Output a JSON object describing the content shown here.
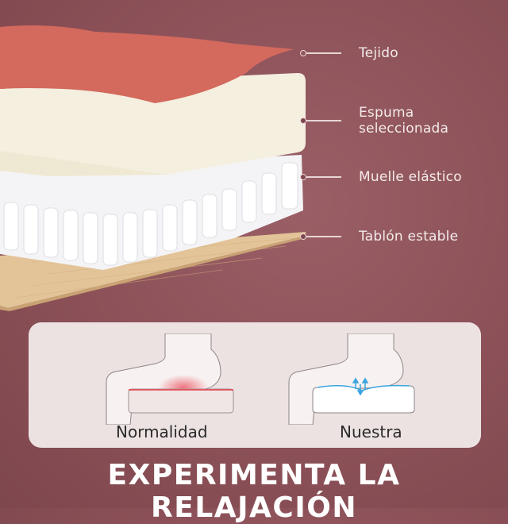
{
  "labels": [
    {
      "name": "fabric",
      "text": "Tejido"
    },
    {
      "name": "foam",
      "text": "Espuma seleccionada"
    },
    {
      "name": "spring",
      "text": "Muelle elástico"
    },
    {
      "name": "board",
      "text": "Tablón estable"
    }
  ],
  "comparison": {
    "left_caption": "Normalidad",
    "right_caption": "Nuestra"
  },
  "headline": "EXPERIMENTA LA RELAJACIÓN",
  "colors": {
    "background": "#8c5158",
    "fabric": "#d4695e",
    "foam": "#f4efdf",
    "board": "#e3c499",
    "panel": "#ede2e2",
    "pressure": "#e8404e",
    "relief": "#3aa6e0"
  }
}
